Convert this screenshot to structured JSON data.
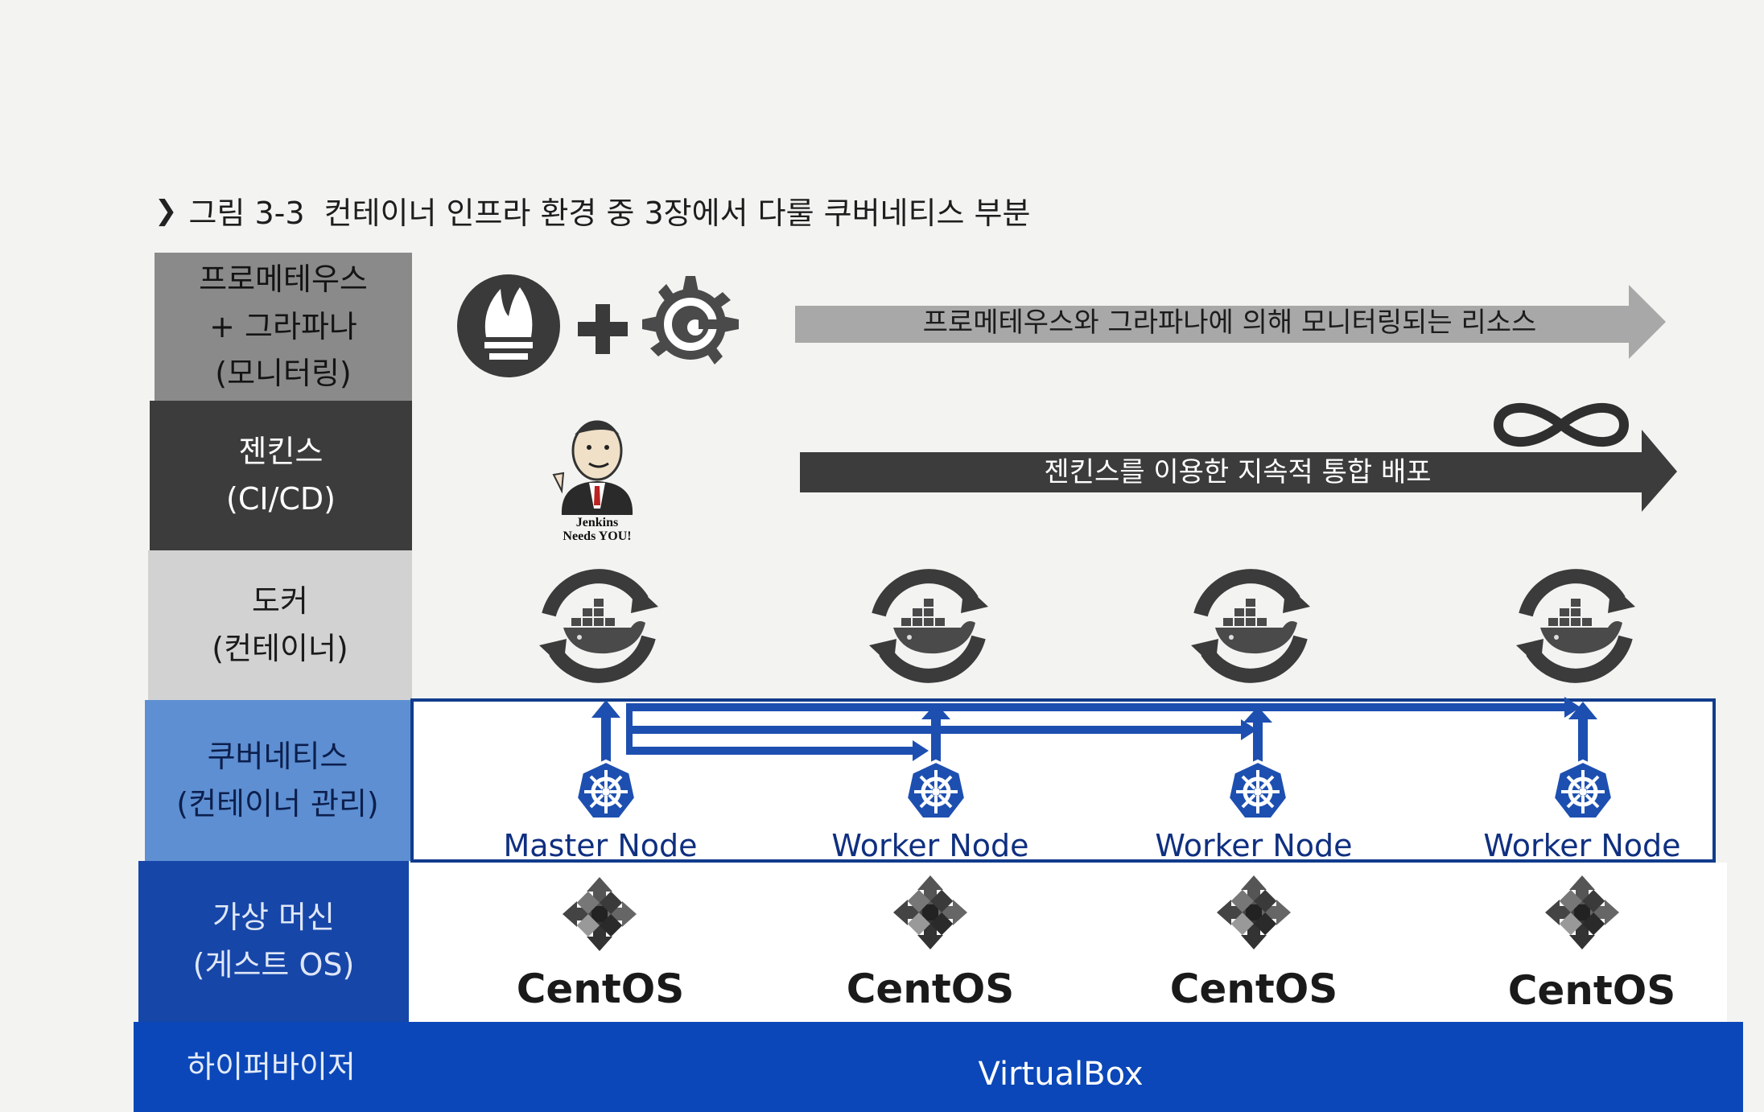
{
  "caption": {
    "prefix": "그림 3-3",
    "text": "컨테이너 인프라 환경 중 3장에서 다룰 쿠버네티스 부분"
  },
  "layers": {
    "monitoring": {
      "line1": "프로메테우스",
      "line2": "+ 그라파나",
      "line3": "(모니터링)"
    },
    "ci": {
      "line1": "젠킨스",
      "line2": "(CI/CD)"
    },
    "docker": {
      "line1": "도커",
      "line2": "(컨테이너)"
    },
    "k8s": {
      "line1": "쿠버네티스",
      "line2": "(컨테이너 관리)"
    },
    "vm": {
      "line1": "가상 머신",
      "line2": "(게스트 OS)"
    },
    "hypervisor": {
      "line1": "하이퍼바이저"
    }
  },
  "arrows": {
    "monitoring": "프로메테우스와 그라파나에 의해 모니터링되는 리소스",
    "ci": "젠킨스를 이용한 지속적 통합 배포"
  },
  "jenkins": {
    "line1": "Jenkins",
    "line2": "Needs YOU!"
  },
  "nodes": [
    "Master Node",
    "Worker Node",
    "Worker Node",
    "Worker Node"
  ],
  "os_name": "CentOS",
  "hypervisor_name": "VirtualBox",
  "icons": {
    "prometheus": "prometheus-icon",
    "plus": "plus-icon",
    "grafana": "grafana-icon",
    "jenkins": "jenkins-icon",
    "infinity": "infinity-icon",
    "docker": "docker-icon",
    "kubernetes": "kubernetes-icon",
    "centos": "centos-icon"
  },
  "colors": {
    "monitoring": "#8a8a8a",
    "ci": "#3c3c3c",
    "docker": "#d2d2d2",
    "k8s": "#5e8fd2",
    "vm": "#1646a8",
    "hypervisor": "#0b47b8"
  }
}
